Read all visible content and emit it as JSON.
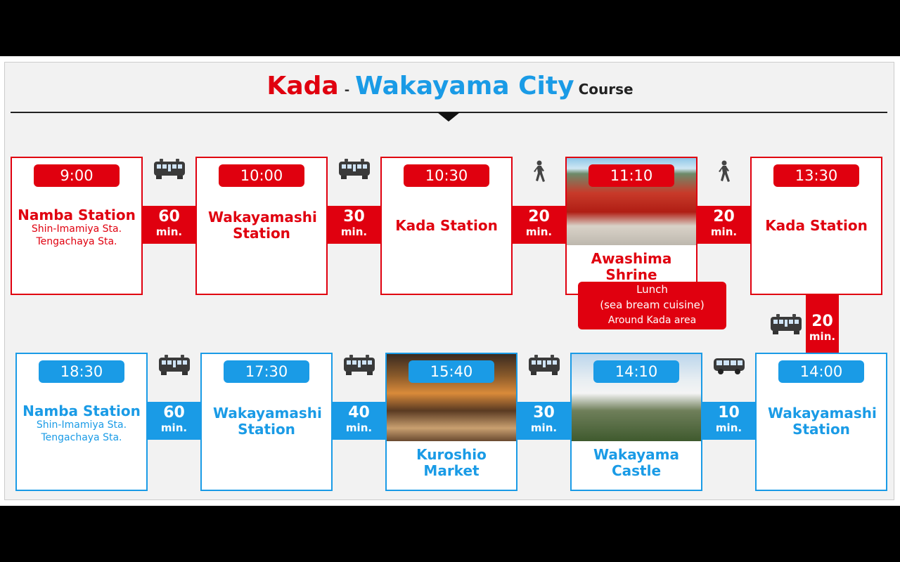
{
  "title": {
    "from": "Kada",
    "dash": "-",
    "to": "Wakayama City",
    "suffix": "Course"
  },
  "colors": {
    "red": "#e0000f",
    "blue": "#1a9be6"
  },
  "top_row": [
    {
      "time": "9:00",
      "name": "Namba Station",
      "sub": [
        "Shin-Imamiya Sta.",
        "Tengachaya Sta."
      ]
    },
    {
      "time": "10:00",
      "name": "Wakayamashi Station",
      "sub": []
    },
    {
      "time": "10:30",
      "name": "Kada Station",
      "sub": []
    },
    {
      "time": "11:10",
      "name": "Awashima Shrine",
      "sub": [],
      "photo": "shrine"
    },
    {
      "time": "13:30",
      "name": "Kada Station",
      "sub": []
    }
  ],
  "top_links": [
    {
      "minutes": "60",
      "unit": "min.",
      "icon": "train-icon"
    },
    {
      "minutes": "30",
      "unit": "min.",
      "icon": "train-icon"
    },
    {
      "minutes": "20",
      "unit": "min.",
      "icon": "walk-icon"
    },
    {
      "minutes": "20",
      "unit": "min.",
      "icon": "walk-icon"
    }
  ],
  "vertical_link": {
    "minutes": "20",
    "unit": "min.",
    "icon": "train-icon"
  },
  "lunch": {
    "line1": "Lunch",
    "line2": "(sea bream cuisine)",
    "line3": "Around Kada area"
  },
  "bottom_row": [
    {
      "time": "18:30",
      "name": "Namba Station",
      "sub": [
        "Shin-Imamiya Sta.",
        "Tengachaya Sta."
      ]
    },
    {
      "time": "17:30",
      "name": "Wakayamashi Station",
      "sub": []
    },
    {
      "time": "15:40",
      "name": "Kuroshio Market",
      "sub": [],
      "photo": "market"
    },
    {
      "time": "14:10",
      "name": "Wakayama Castle",
      "sub": [],
      "photo": "castle"
    },
    {
      "time": "14:00",
      "name": "Wakayamashi Station",
      "sub": []
    }
  ],
  "bottom_links": [
    {
      "minutes": "60",
      "unit": "min.",
      "icon": "train-icon"
    },
    {
      "minutes": "40",
      "unit": "min.",
      "icon": "train-icon"
    },
    {
      "minutes": "30",
      "unit": "min.",
      "icon": "train-icon"
    },
    {
      "minutes": "10",
      "unit": "min.",
      "icon": "bus-icon"
    }
  ]
}
